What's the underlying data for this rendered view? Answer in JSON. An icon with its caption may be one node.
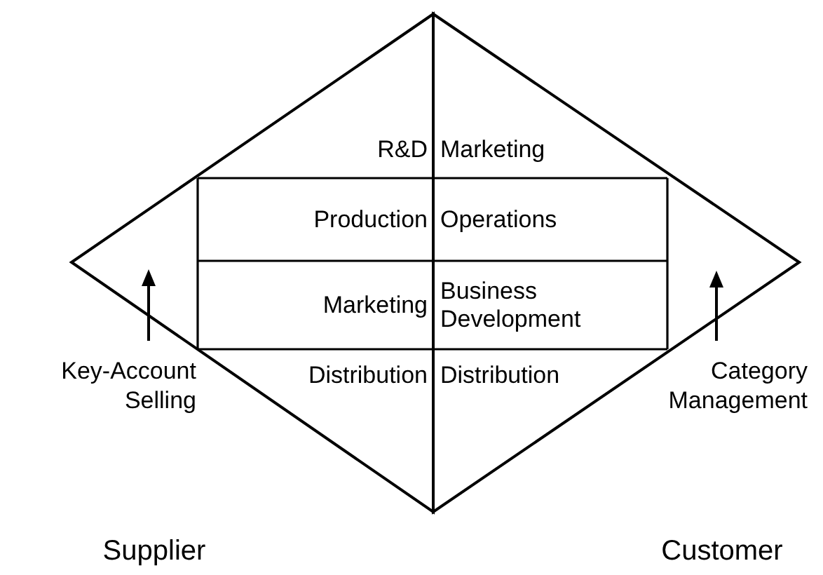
{
  "diagram": {
    "nodes": [
      {
        "text": [
          "Supplier"
        ]
      },
      {
        "text": [
          "R&D"
        ],
        "in": 0
      },
      {
        "text": [
          "Production"
        ],
        "in": 0
      },
      {
        "text": [
          "Marketing"
        ],
        "in": 0
      },
      {
        "text": [
          "Distribution"
        ],
        "in": 0
      },
      {
        "text": [
          "Customer"
        ]
      },
      {
        "text": [
          "Marketing"
        ],
        "in": 5
      },
      {
        "text": [
          "Operations"
        ],
        "in": 5
      },
      {
        "text": [
          "Business Development"
        ],
        "in": 5
      },
      {
        "text": [
          "Distribution"
        ],
        "in": 5
      }
    ],
    "labels": [
      "Key-Account Selling",
      "Category Management"
    ]
  }
}
